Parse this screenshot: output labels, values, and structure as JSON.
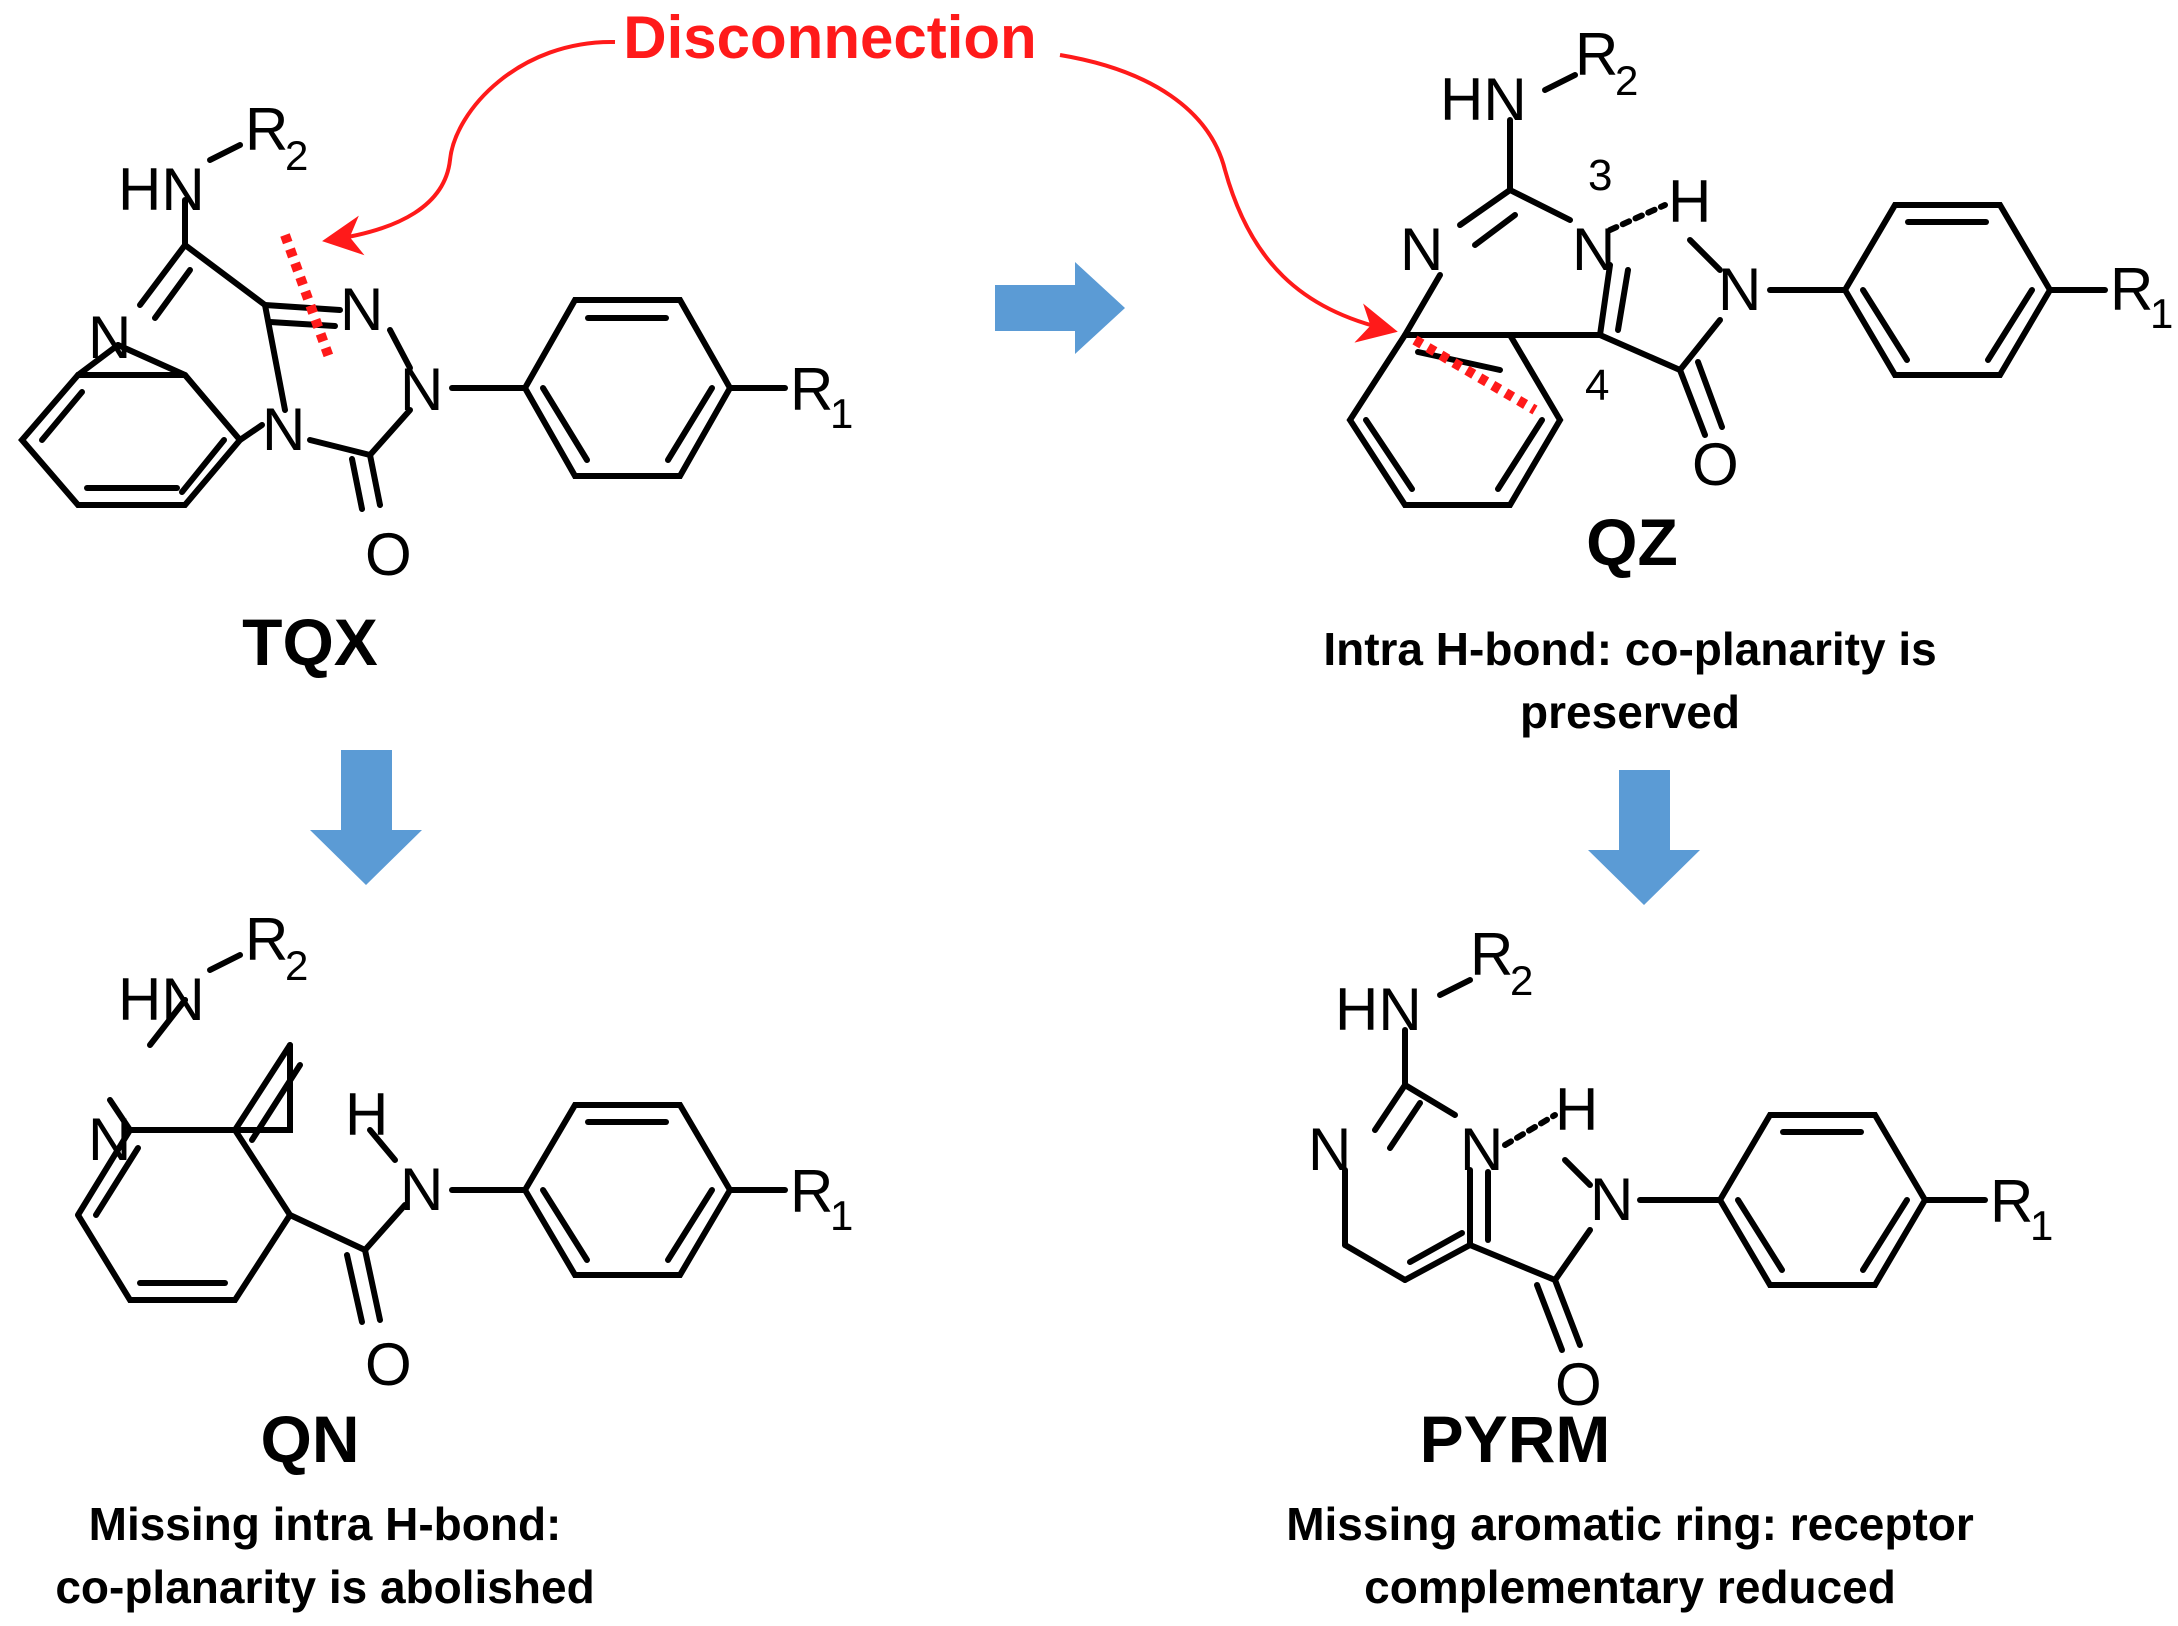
{
  "annotation": {
    "disconnection": "Disconnection"
  },
  "colors": {
    "arrow_blue": "#5b9bd5",
    "disconnection_red": "#ff1a1a",
    "bond": "#000000"
  },
  "atoms": {
    "HN": "HN",
    "N": "N",
    "H": "H",
    "O": "O",
    "R": "R",
    "sub_1": "1",
    "sub_2": "2",
    "pos_3": "3",
    "pos_4": "4"
  },
  "compounds": {
    "tqx": {
      "name": "TQX",
      "caption": []
    },
    "qz": {
      "name": "QZ",
      "caption": [
        "Intra H-bond: co-planarity is",
        "preserved"
      ]
    },
    "qn": {
      "name": "QN",
      "caption": [
        "Missing intra H-bond:",
        "co-planarity is abolished"
      ]
    },
    "pyrm": {
      "name": "PYRM",
      "caption": [
        "Missing aromatic ring: receptor",
        "complementary reduced"
      ]
    }
  }
}
